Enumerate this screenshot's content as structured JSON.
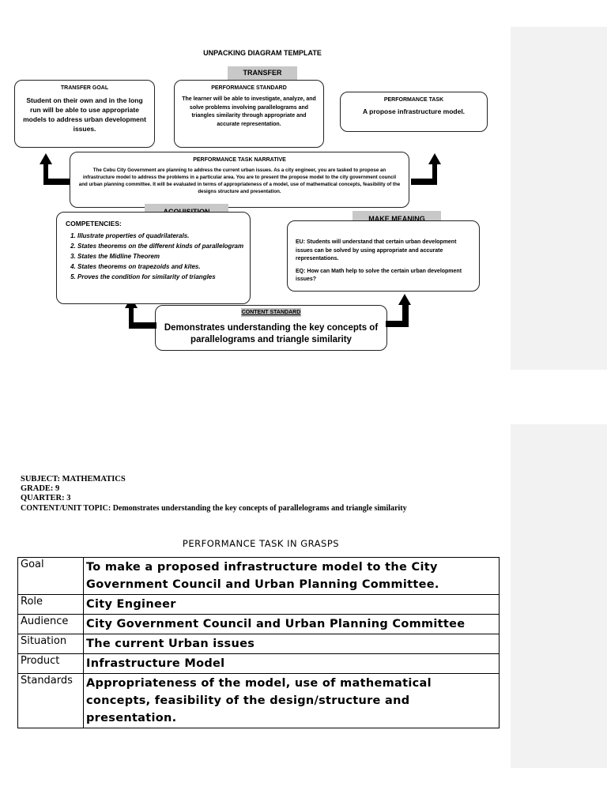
{
  "diagram": {
    "title": "UNPACKING DIAGRAM TEMPLATE",
    "transfer_tag": "TRANSFER",
    "transfer_goal": {
      "title": "TRANSFER GOAL",
      "text": "Student on their own and in the long run will be able to use appropriate models to address urban development issues."
    },
    "performance_standard": {
      "title": "PERFORMANCE STANDARD",
      "text": "The learner will be able to investigate, analyze, and solve problems involving parallelograms and triangles similarity through appropriate and accurate representation."
    },
    "performance_task": {
      "title": "PERFORMANCE TASK",
      "text": "A propose infrastructure model."
    },
    "narrative": {
      "title": "PERFORMANCE TASK NARRATIVE",
      "text": "The Cebu City Government are planning to address the current urban issues. As a city engineer, you are tasked to propose an infrastructure model to address the problems in a particular area. You are to present the propose model to the city government council and urban planning committee. It will be evaluated in terms of appropriateness of a model, use of mathematical concepts, feasibility of the designs structure and presentation."
    },
    "acquisition_tag": "ACQUISITION",
    "competencies": {
      "title": "COMPETENCIES:",
      "items": [
        "Illustrate properties of quadrilaterals.",
        "States theorems on the different kinds of parallelogram",
        "States the Midline Theorem",
        "States theorems on trapezoids and kites.",
        "Proves the condition for similarity of triangles"
      ]
    },
    "make_meaning_tag": "MAKE MEANING",
    "make_meaning": {
      "eu": "EU: Students will understand that certain urban development issues can be solved by using appropriate and accurate representations.",
      "eq": "EQ: How can Math help to solve the certain urban development issues?"
    },
    "content_standard": {
      "title": "CONTENT STANDARD",
      "text": "Demonstrates understanding the key concepts of parallelograms and triangle similarity"
    }
  },
  "meta": {
    "subject": "SUBJECT: MATHEMATICS",
    "grade": "GRADE: 9",
    "quarter": "QUARTER: 3",
    "topic": "CONTENT/UNIT TOPIC: Demonstrates understanding the key concepts of parallelograms and triangle similarity"
  },
  "grasps": {
    "title": "PERFORMANCE TASK IN GRASPS",
    "rows": [
      {
        "label": "Goal",
        "value": "To make a proposed infrastructure model to the City Government Council and Urban Planning Committee."
      },
      {
        "label": "Role",
        "value": "City Engineer"
      },
      {
        "label": "Audience",
        "value": "City Government Council and Urban Planning Committee"
      },
      {
        "label": "Situation",
        "value": "The current Urban issues"
      },
      {
        "label": "Product",
        "value": "Infrastructure Model"
      },
      {
        "label": "Standards",
        "value": "Appropriateness of the model, use of mathematical concepts, feasibility of the design/structure and presentation."
      }
    ]
  }
}
